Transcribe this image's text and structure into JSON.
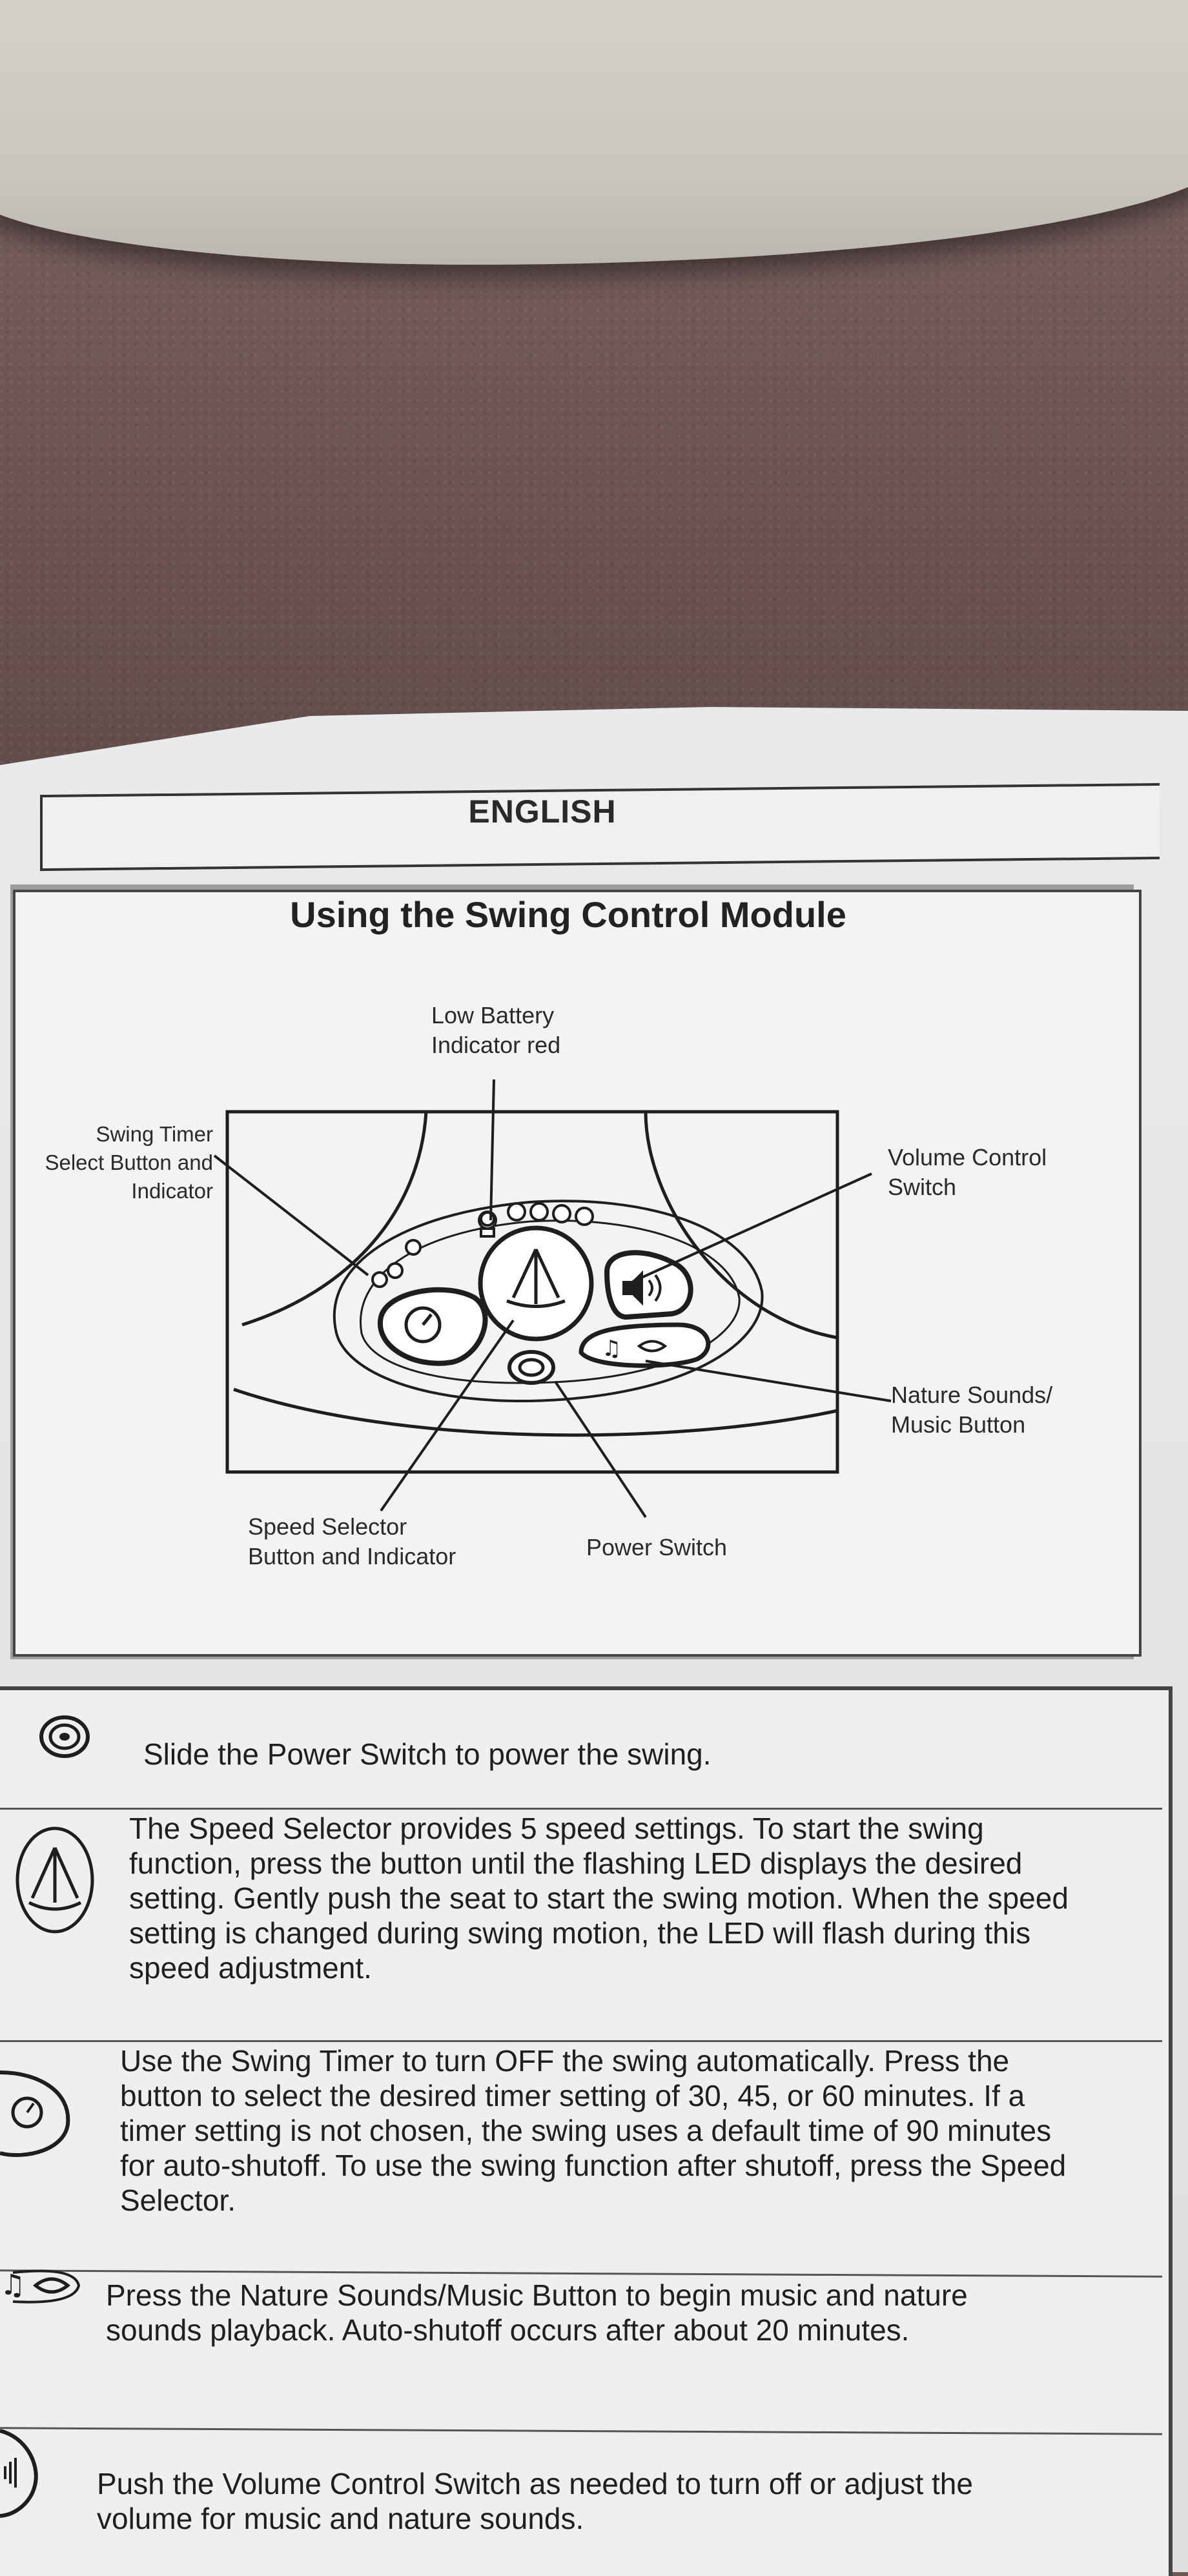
{
  "header": {
    "language": "ENGLISH"
  },
  "section": {
    "title": "Using the Swing Control Module"
  },
  "diagram_labels": {
    "low_battery": "Low Battery\nIndicator red",
    "swing_timer": "Swing Timer\nSelect Button and\nIndicator",
    "volume_control": "Volume Control\nSwitch",
    "nature_sounds": "Nature Sounds/\nMusic Button",
    "speed_selector": "Speed Selector\nButton and Indicator",
    "power_switch": "Power Switch"
  },
  "instructions": [
    {
      "icon": "power-switch-icon",
      "text": "Slide the Power Switch to power the swing."
    },
    {
      "icon": "speed-selector-icon",
      "text": "The Speed Selector provides 5 speed settings. To start the swing\nfunction, press the button until the flashing LED displays the desired\nsetting. Gently push the seat to start the swing motion. When the speed\nsetting is changed during swing motion, the LED will flash during this\nspeed adjustment."
    },
    {
      "icon": "swing-timer-icon",
      "text": "Use the Swing Timer to turn OFF the swing automatically. Press the\nbutton to select the desired timer setting of 30, 45, or 60 minutes. If a\ntimer setting is not chosen, the swing uses a default time of 90 minutes\nfor auto-shutoff. To use the swing function after shutoff, press the Speed\nSelector."
    },
    {
      "icon": "nature-sounds-music-icon",
      "text": "Press the Nature Sounds/Music Button to begin music and nature\nsounds playback. Auto-shutoff occurs after about 20 minutes."
    },
    {
      "icon": "volume-icon",
      "text": "Push the Volume Control Switch as needed to turn off or adjust the\nvolume for music and nature sounds."
    }
  ]
}
